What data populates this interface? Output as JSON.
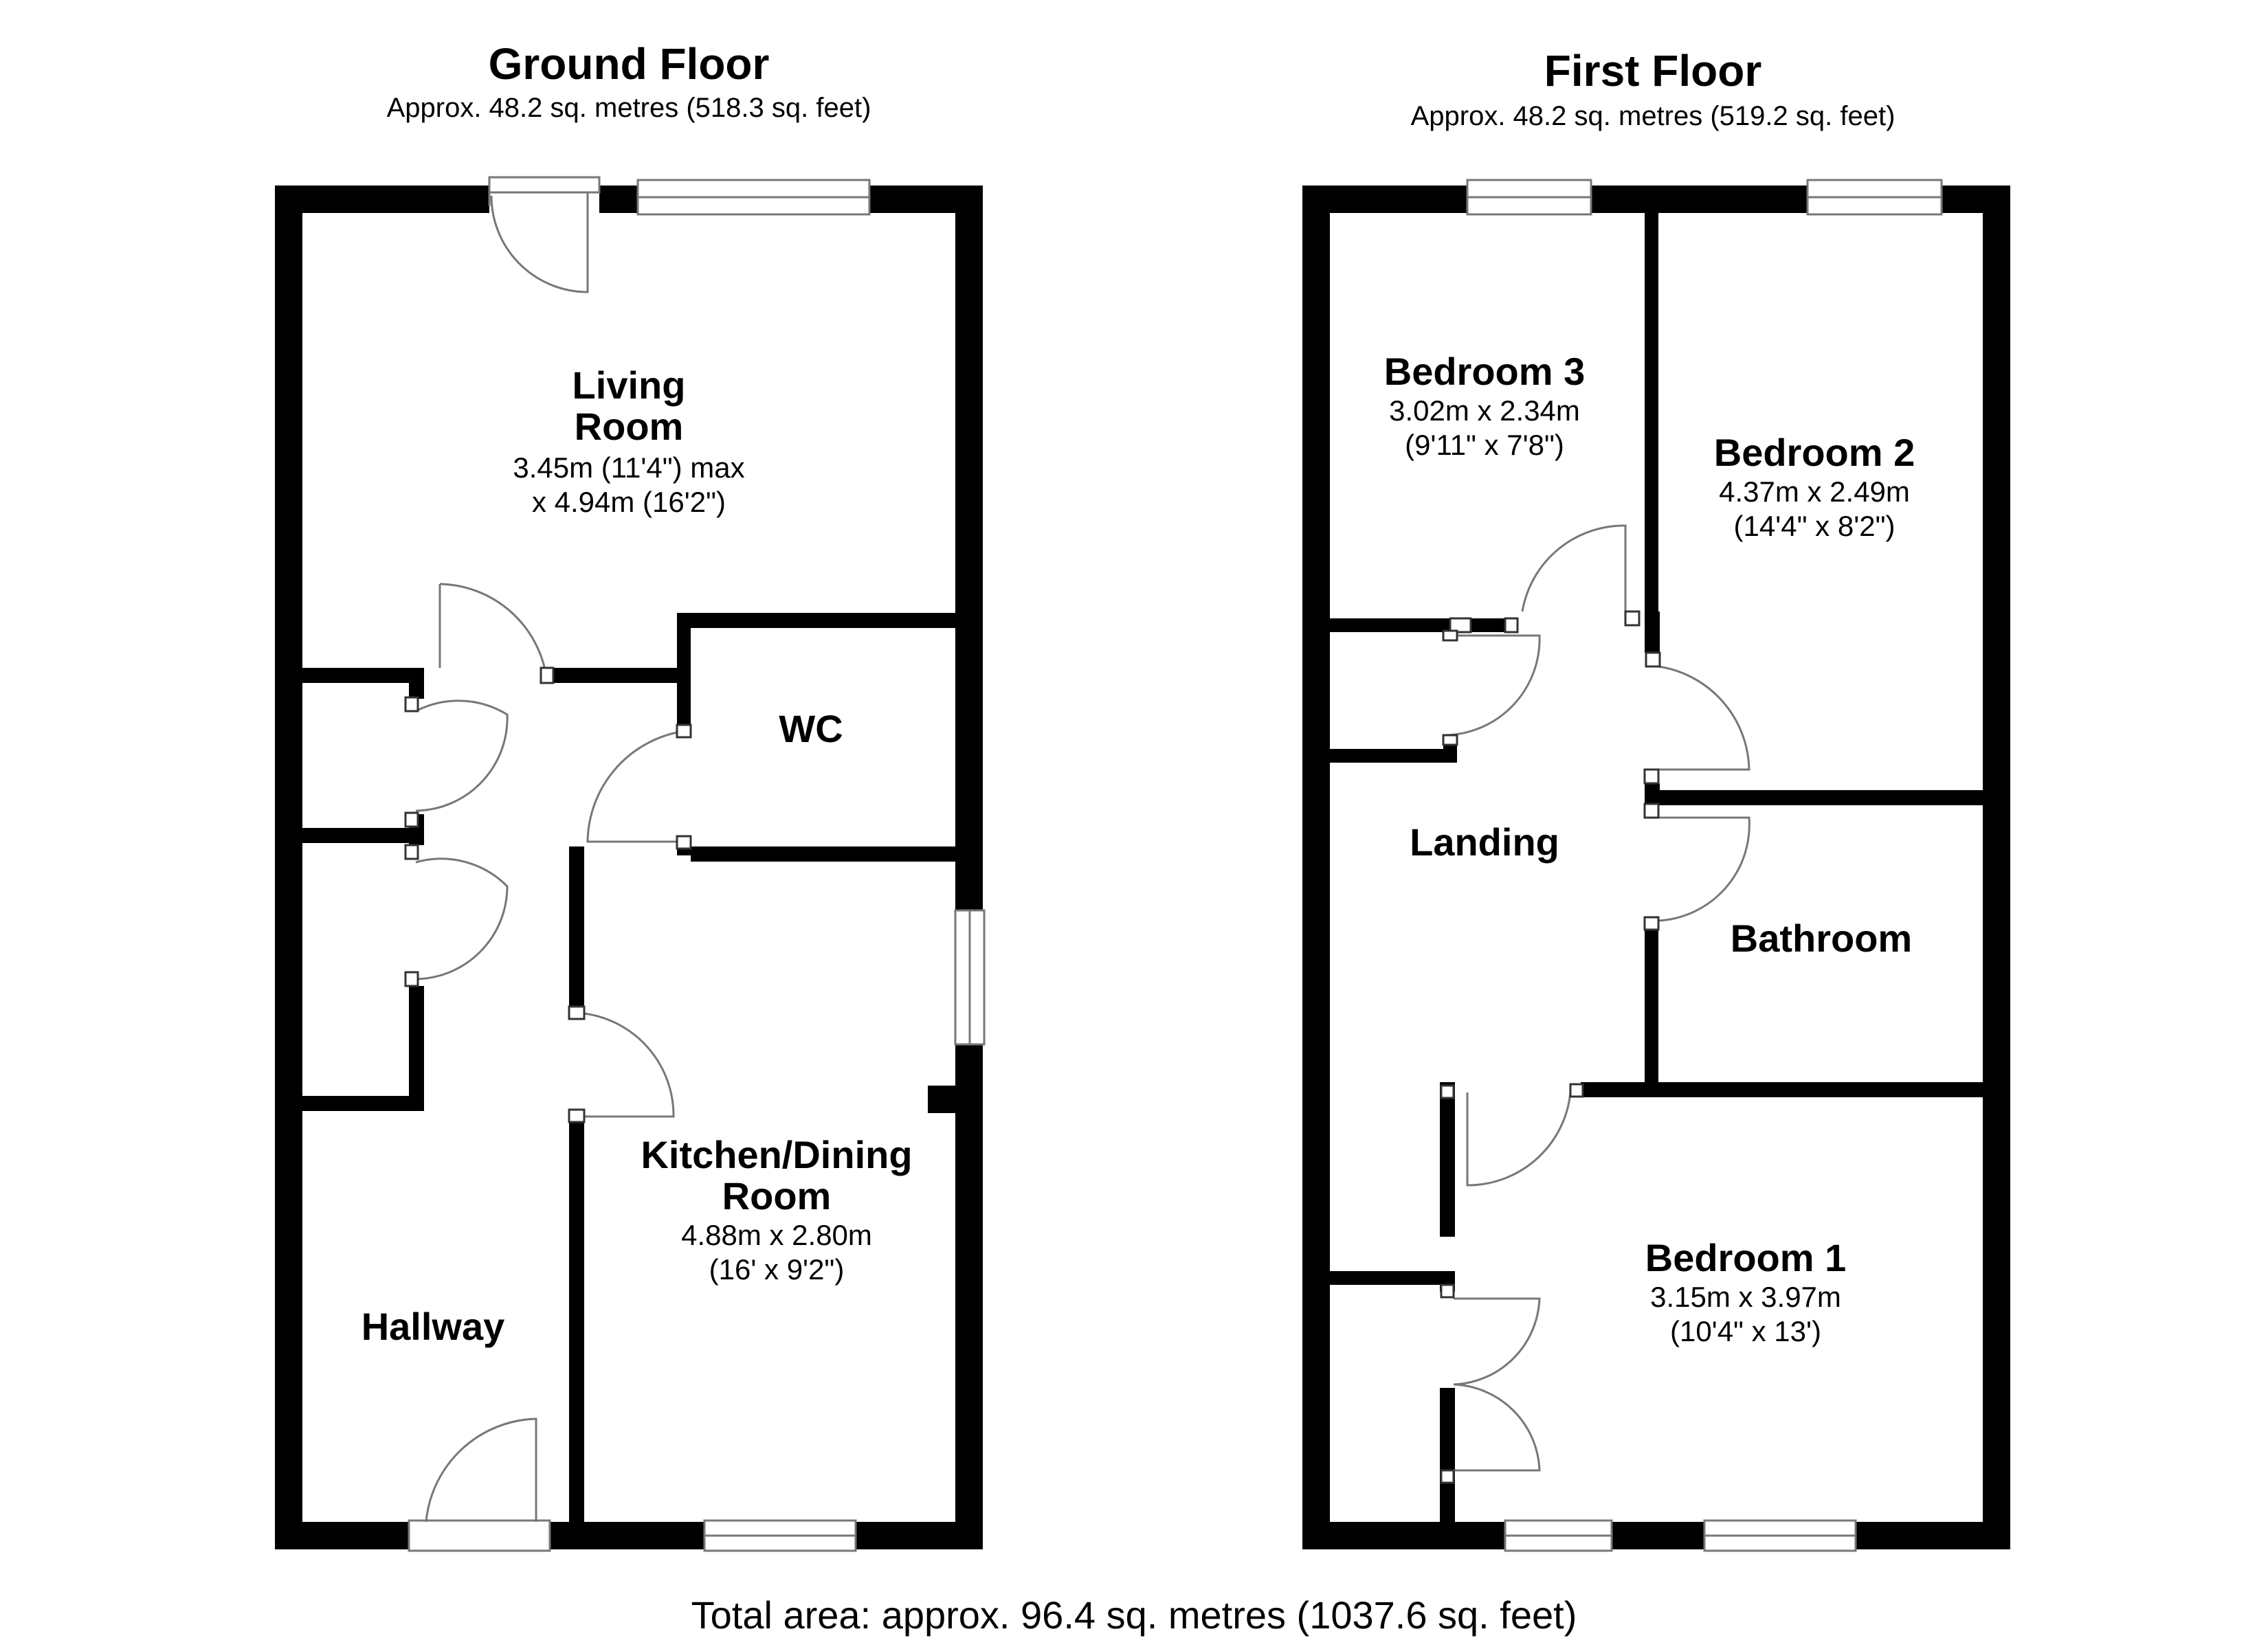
{
  "ground_floor": {
    "title": "Ground Floor",
    "approx": "Approx. 48.2 sq. metres (518.3 sq. feet)",
    "rooms": {
      "living_room": {
        "name_line1": "Living",
        "name_line2": "Room",
        "dim_line1": "3.45m (11'4\") max",
        "dim_line2": "x 4.94m (16'2\")"
      },
      "wc": {
        "name": "WC"
      },
      "kitchen_dining": {
        "name_line1": "Kitchen/Dining",
        "name_line2": "Room",
        "dim_line1": "4.88m x 2.80m",
        "dim_line2": "(16' x 9'2\")"
      },
      "hallway": {
        "name": "Hallway"
      }
    }
  },
  "first_floor": {
    "title": "First Floor",
    "approx": "Approx. 48.2 sq. metres (519.2 sq. feet)",
    "rooms": {
      "bedroom3": {
        "name": "Bedroom 3",
        "dim_line1": "3.02m x 2.34m",
        "dim_line2": "(9'11\" x 7'8\")"
      },
      "bedroom2": {
        "name": "Bedroom 2",
        "dim_line1": "4.37m x 2.49m",
        "dim_line2": "(14'4\" x 8'2\")"
      },
      "landing": {
        "name": "Landing"
      },
      "bathroom": {
        "name": "Bathroom"
      },
      "bedroom1": {
        "name": "Bedroom 1",
        "dim_line1": "3.15m x 3.97m",
        "dim_line2": "(10'4\" x 13')"
      }
    }
  },
  "total_area": "Total area: approx. 96.4 sq. metres (1037.6 sq. feet)",
  "colors": {
    "wall": "#000000",
    "background": "#ffffff",
    "fixture": "#777777"
  }
}
